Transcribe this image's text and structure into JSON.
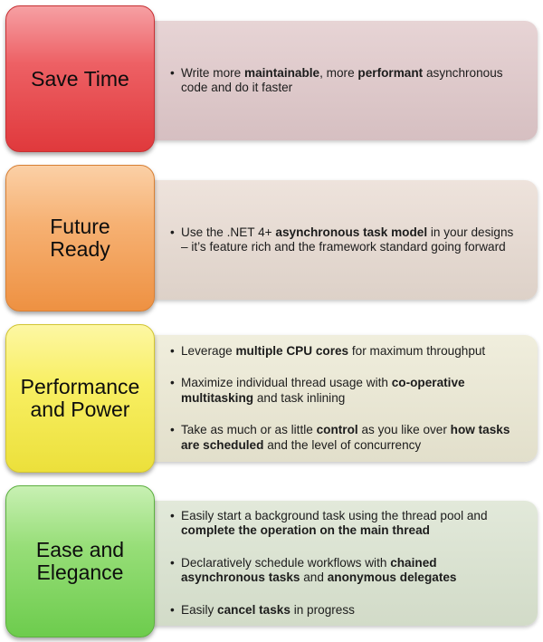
{
  "rows": [
    {
      "label": [
        "Save Time"
      ],
      "bullets": [
        [
          {
            "t": "Write more "
          },
          {
            "t": "maintainable",
            "b": true
          },
          {
            "t": ", more "
          },
          {
            "t": "performant",
            "b": true
          },
          {
            "t": " asynchronous code and do it faster"
          }
        ]
      ]
    },
    {
      "label": [
        "Future",
        "Ready"
      ],
      "bullets": [
        [
          {
            "t": "Use the .NET 4+ "
          },
          {
            "t": "asynchronous task model",
            "b": true
          },
          {
            "t": " in your designs – it’s feature rich and the framework standard going forward"
          }
        ]
      ]
    },
    {
      "label": [
        "Performance",
        "and Power"
      ],
      "bullets": [
        [
          {
            "t": "Leverage "
          },
          {
            "t": "multiple CPU cores",
            "b": true
          },
          {
            "t": " for maximum throughput"
          }
        ],
        [
          {
            "t": "Maximize individual thread usage with "
          },
          {
            "t": "co-operative multitasking",
            "b": true
          },
          {
            "t": " and task inlining"
          }
        ],
        [
          {
            "t": "Take as much or as little "
          },
          {
            "t": "control",
            "b": true
          },
          {
            "t": " as you like over "
          },
          {
            "t": "how tasks are scheduled",
            "b": true
          },
          {
            "t": " and the level of concurrency"
          }
        ]
      ]
    },
    {
      "label": [
        "Ease and",
        "Elegance"
      ],
      "bullets": [
        [
          {
            "t": "Easily start a background task using the thread pool and "
          },
          {
            "t": "complete the operation on the main thread",
            "b": true
          }
        ],
        [
          {
            "t": "Declaratively schedule workflows with "
          },
          {
            "t": "chained asynchronous tasks",
            "b": true
          },
          {
            "t": " and "
          },
          {
            "t": "anonymous delegates",
            "b": true
          }
        ],
        [
          {
            "t": "Easily "
          },
          {
            "t": "cancel tasks",
            "b": true
          },
          {
            "t": " in progress"
          }
        ]
      ]
    }
  ]
}
